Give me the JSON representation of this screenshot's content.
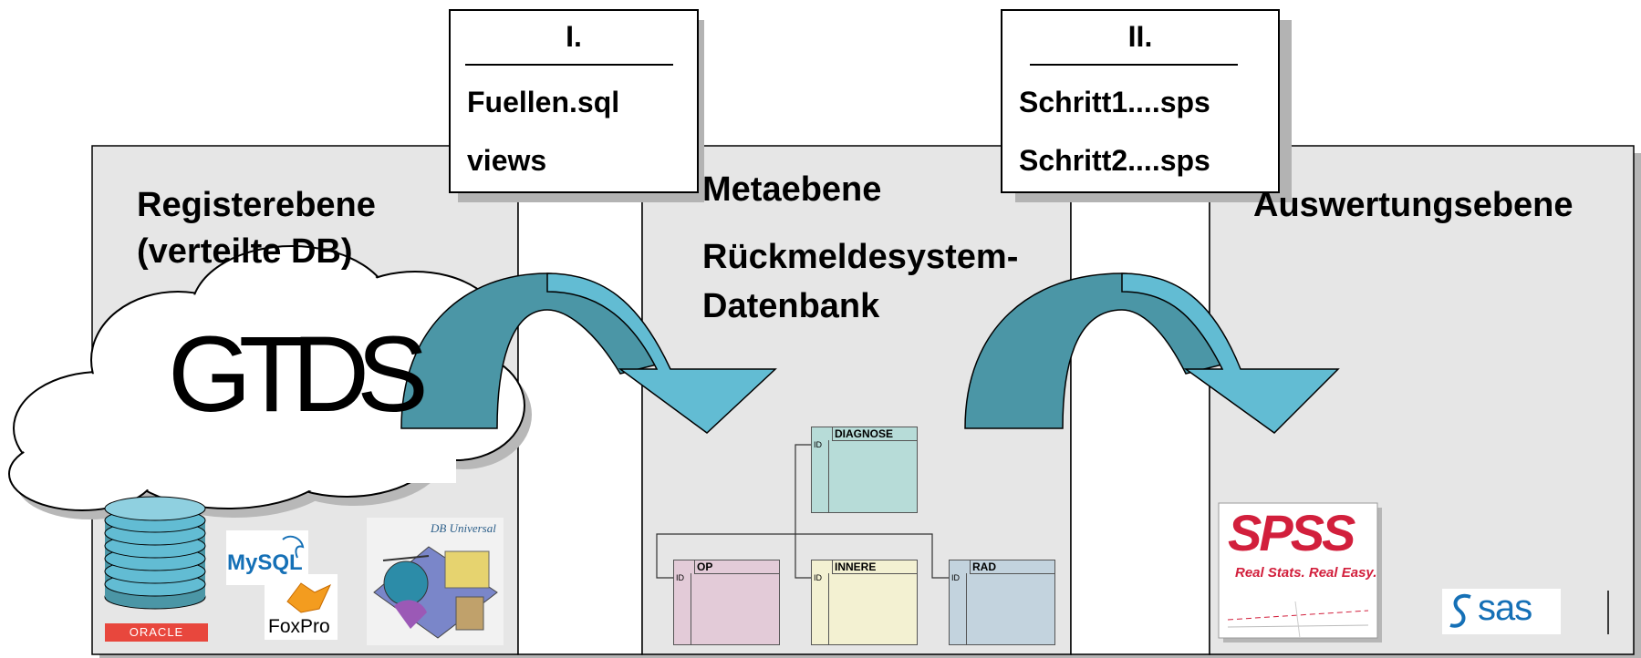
{
  "layers": {
    "register": {
      "title_line1": "Registerebene",
      "title_line2": "(verteilte DB)"
    },
    "meta": {
      "title": "Metaebene",
      "subtitle_line1": "Rückmeldesystem-",
      "subtitle_line2": "Datenbank"
    },
    "evaluation": {
      "title": "Auswertungsebene"
    }
  },
  "steps": [
    {
      "number": "I.",
      "items": [
        "Fuellen.sql",
        "views"
      ]
    },
    {
      "number": "II.",
      "items": [
        "Schritt1....sps",
        "Schritt2....sps"
      ]
    }
  ],
  "cloud_label": "GTDS",
  "tables": [
    {
      "name": "DIAGNOSE",
      "field": "ID",
      "color": "#b7dcd8"
    },
    {
      "name": "OP",
      "field": "ID",
      "color": "#e3cbd8"
    },
    {
      "name": "INNERE",
      "field": "ID",
      "color": "#f3f1d2"
    },
    {
      "name": "RAD",
      "field": "ID",
      "color": "#c3d3de"
    }
  ],
  "logos": {
    "oracle": "ORACLE",
    "mysql": "MySQL",
    "foxpro": "FoxPro",
    "db_universal": "DB Universal",
    "spss_main": "SPSS",
    "spss_tagline": "Real Stats. Real Easy.",
    "sas": "sas"
  },
  "colors": {
    "panel_fill": "#e6e6e6",
    "arrow_light": "#62bcd3",
    "arrow_dark": "#4b96a6",
    "spss_red": "#d21f3c",
    "sas_blue": "#1570b6",
    "oracle_red": "#e8473d"
  }
}
